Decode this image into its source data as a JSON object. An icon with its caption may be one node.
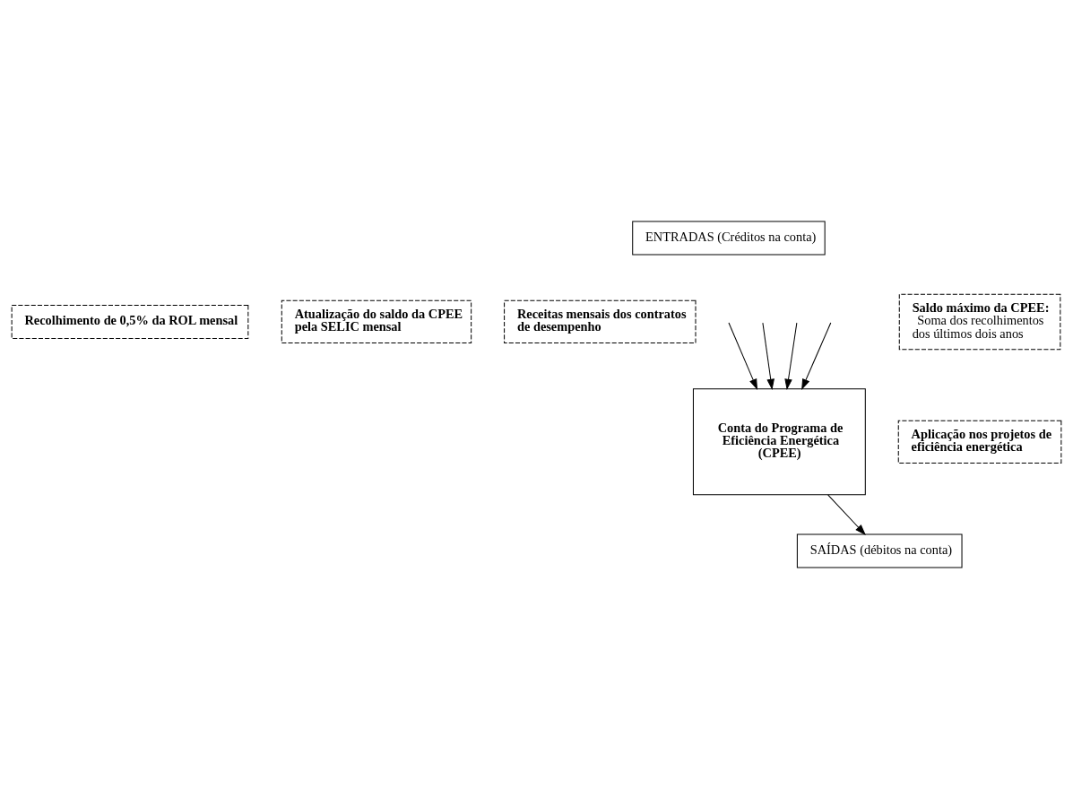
{
  "diagram": {
    "nodes": [
      {
        "text": [
          "ENTRADAS (Créditos na conta)"
        ]
      },
      {
        "text": [
          "Recolhimento de 0,5% da ROL mensal"
        ]
      },
      {
        "text": [
          "Atualização do saldo da CPEE pela SELIC mensal"
        ]
      },
      {
        "text": [
          "Receitas mensais dos contratos de desempenho"
        ]
      },
      {
        "text": [
          "Saldo máximo da CPEE:",
          "Soma dos recolhimentos dos últimos dois anos"
        ]
      },
      {
        "text": [
          "Conta do Programa de Eficiência Energética (CPEE)"
        ]
      },
      {
        "text": [
          "Aplicação nos projetos de eficiência energética"
        ]
      },
      {
        "text": [
          "SAÍDAS (débitos na conta)"
        ]
      }
    ],
    "edges": [
      {
        "from": null,
        "to": 5,
        "arrow": "to"
      },
      {
        "from": null,
        "to": 5,
        "arrow": "to"
      },
      {
        "from": null,
        "to": 5,
        "arrow": "to"
      },
      {
        "from": null,
        "to": 5,
        "arrow": "to"
      },
      {
        "from": 5,
        "to": 7,
        "arrow": "to"
      }
    ]
  }
}
